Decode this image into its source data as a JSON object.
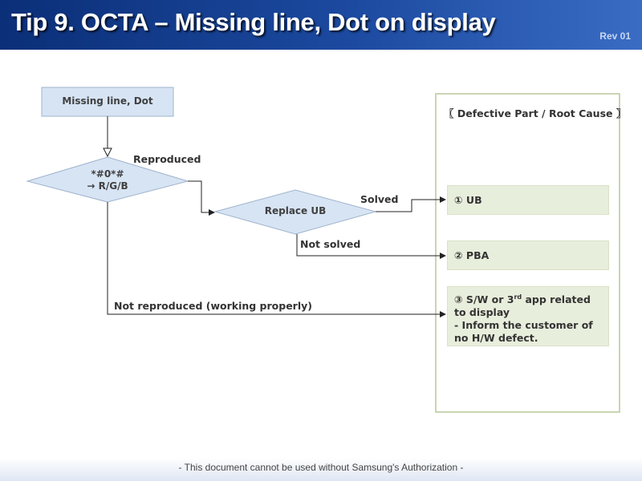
{
  "header": {
    "title": "Tip 9. OCTA – Missing line, Dot on display",
    "revision": "Rev 01"
  },
  "flow": {
    "start": "Missing line, Dot",
    "decision_line1": "*#0*#",
    "decision_line2": "→ R/G/B",
    "process": "Replace UB",
    "label_reproduced": "Reproduced",
    "label_solved": "Solved",
    "label_not_solved": "Not solved",
    "label_not_reproduced": "Not reproduced (working properly)"
  },
  "panel": {
    "title": "〖 Defective Part / Root Cause 〗",
    "cause1": "① UB",
    "cause2": "② PBA",
    "cause3_line1_pre": "③ S/W or 3",
    "cause3_line1_sup": "rd",
    "cause3_line1_post": " app related to display",
    "cause3_line2": "- Inform the customer of no H/W defect."
  },
  "footer": {
    "note": "- This document cannot be used without Samsung's Authorization -"
  },
  "colors": {
    "header": "#1c4aa0",
    "node_fill": "#d7e4f4",
    "node_border": "#9fb4cc",
    "panel_border": "#b5c99a",
    "cause_fill": "#e8eedc"
  }
}
